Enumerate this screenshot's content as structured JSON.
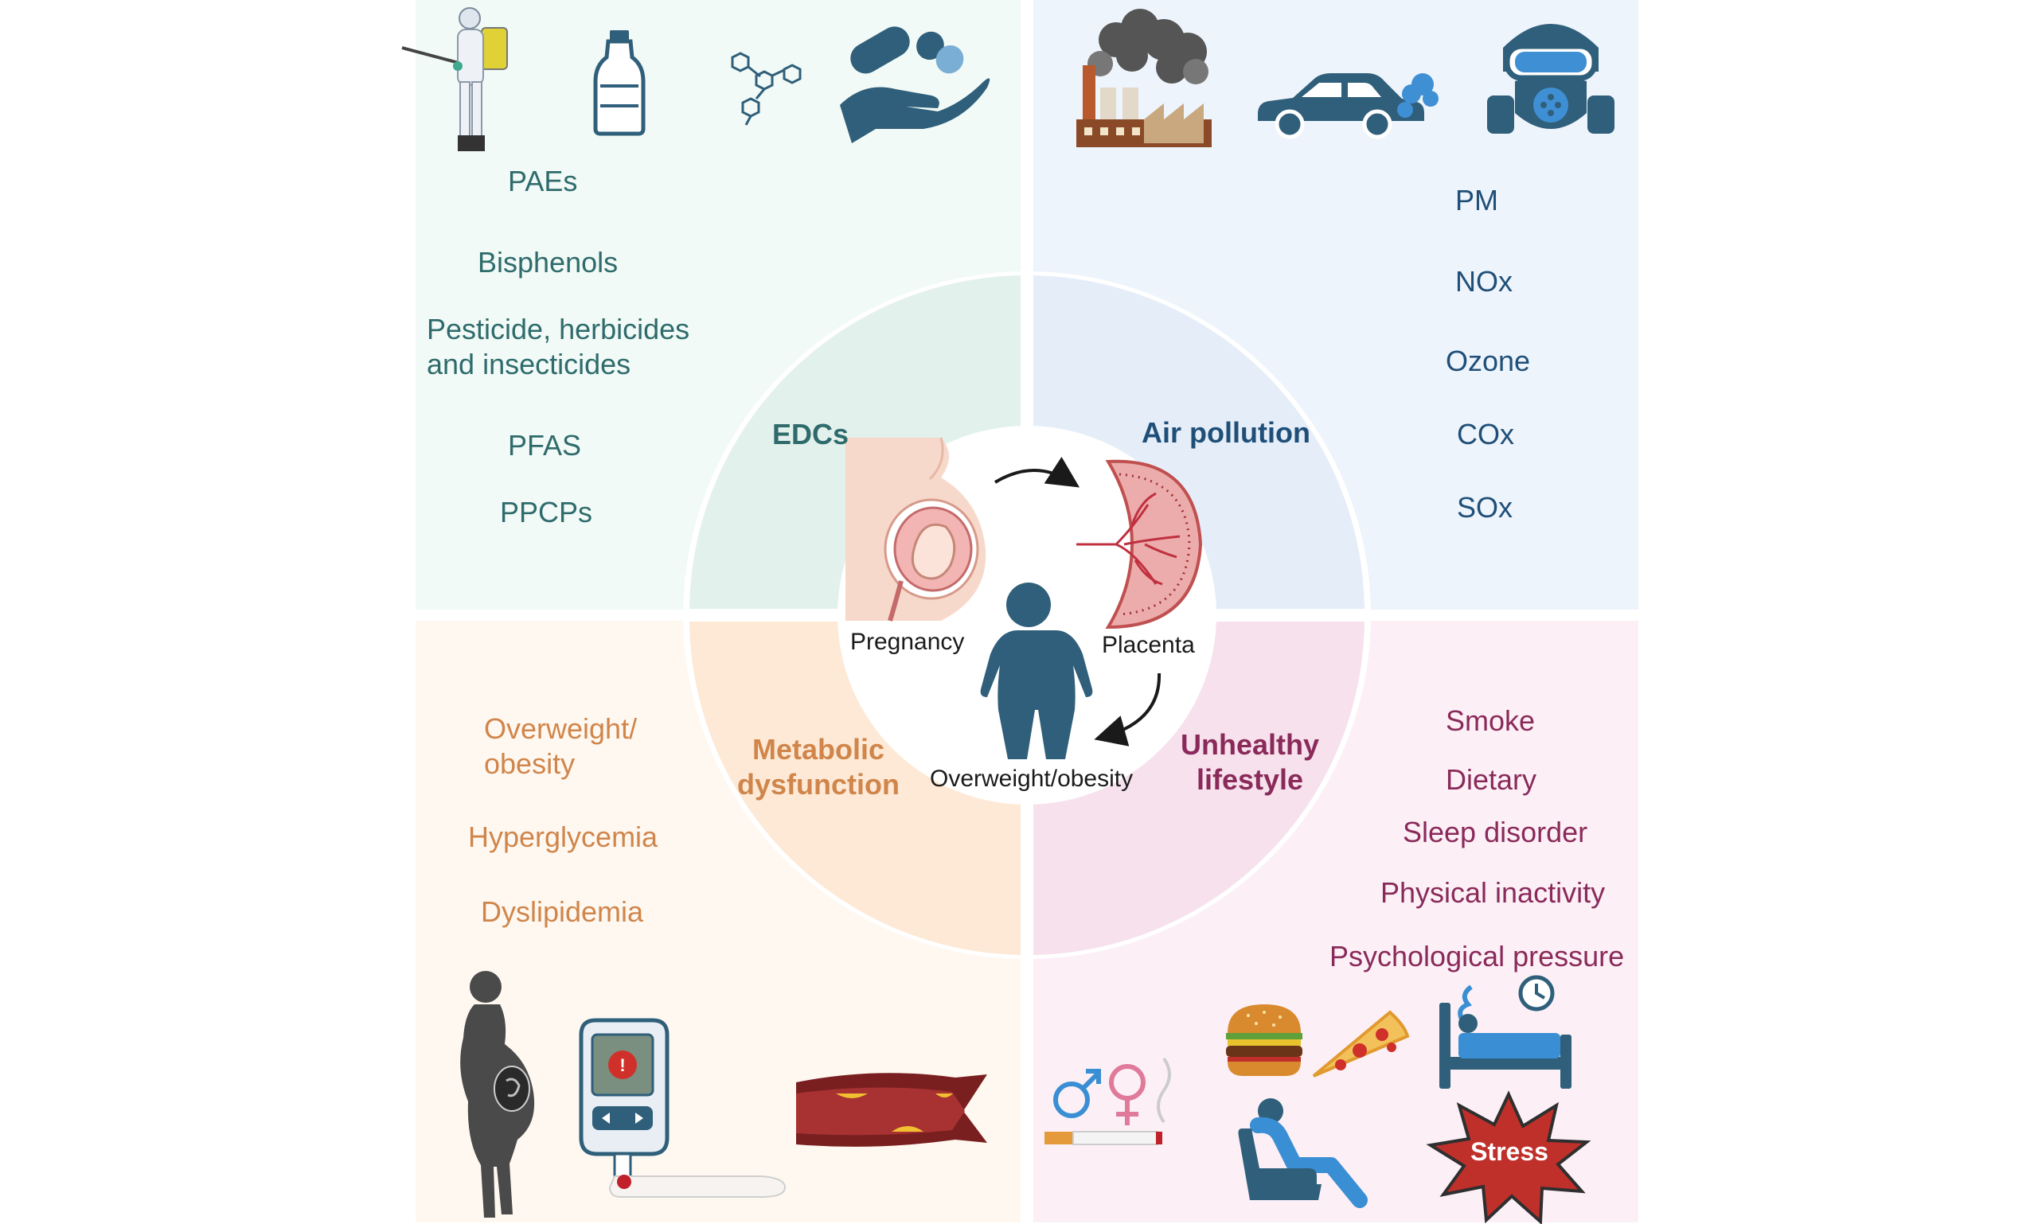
{
  "quadrants": {
    "edcs": {
      "title": "EDCs",
      "items": [
        "PAEs",
        "Bisphenols",
        "Pesticide, herbicides",
        "and insecticides",
        "PFAS",
        "PPCPs"
      ],
      "color": "#2f6b6c"
    },
    "air_pollution": {
      "title": "Air pollution",
      "items": [
        "PM",
        "NOx",
        "Ozone",
        "COx",
        "SOx"
      ],
      "color": "#1f4f78"
    },
    "metabolic_dysfunction": {
      "title_line1": "Metabolic",
      "title_line2": "dysfunction",
      "items": [
        "Overweight/",
        "obesity",
        "Hyperglycemia",
        "Dyslipidemia"
      ],
      "color": "#d0854a"
    },
    "unhealthy_lifestyle": {
      "title_line1": "Unhealthy",
      "title_line2": "lifestyle",
      "items": [
        "Smoke",
        "Dietary",
        "Sleep disorder",
        "Physical inactivity",
        "Psychological pressure"
      ],
      "color": "#8a2a5a"
    }
  },
  "hub": {
    "pregnancy": "Pregnancy",
    "placenta": "Placenta",
    "obesity": "Overweight/obesity"
  },
  "stress_label": "Stress",
  "icons": {
    "edcs": [
      "sprayer-person-icon",
      "plastic-bottle-icon",
      "molecule-icon",
      "pills-hand-icon"
    ],
    "air": [
      "factory-smoke-icon",
      "car-exhaust-icon",
      "gas-mask-icon"
    ],
    "metabolic": [
      "pregnant-woman-icon",
      "glucometer-icon",
      "artery-plaque-icon"
    ],
    "lifestyle": [
      "gender-symbols-icon",
      "cigarette-icon",
      "burger-icon",
      "pizza-icon",
      "bed-clock-icon",
      "armchair-person-icon",
      "stress-burst-icon"
    ]
  }
}
